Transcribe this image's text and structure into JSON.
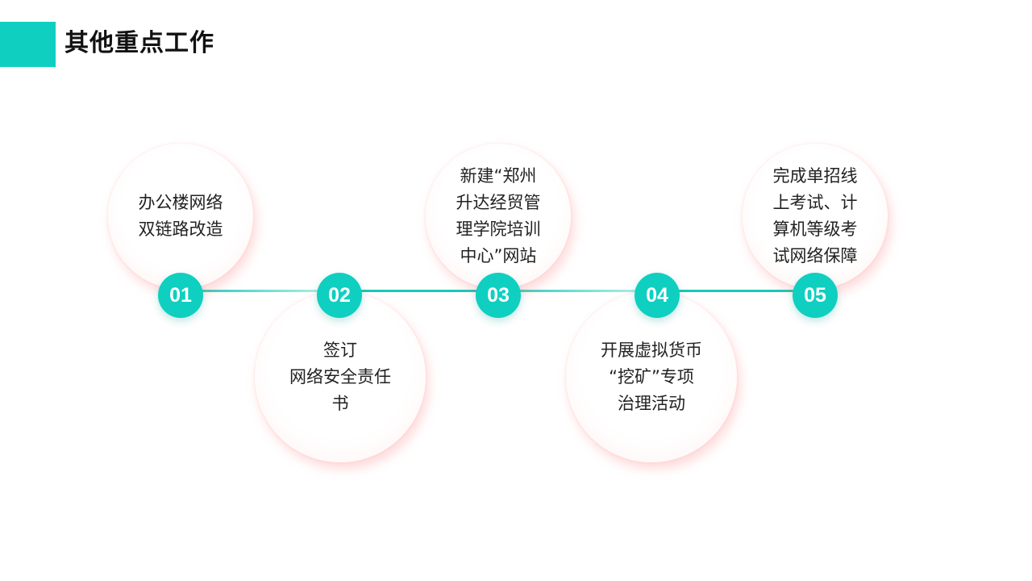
{
  "header": {
    "title": "其他重点工作",
    "accent_color": "#0fcfc0"
  },
  "steps": [
    {
      "number": "01",
      "text": "办公楼网络\n双链路改造"
    },
    {
      "number": "02",
      "text": "签订\n网络安全责任\n书"
    },
    {
      "number": "03",
      "text": "新建“郑州\n升达经贸管\n理学院培训\n中心”网站"
    },
    {
      "number": "04",
      "text": "开展虚拟货币\n“挖矿”专项\n治理活动"
    },
    {
      "number": "05",
      "text": "完成单招线\n上考试、计\n算机等级考\n试网络保障"
    }
  ],
  "colors": {
    "accent": "#0fcfc0",
    "bubble_glow": "#ffd6d6"
  }
}
